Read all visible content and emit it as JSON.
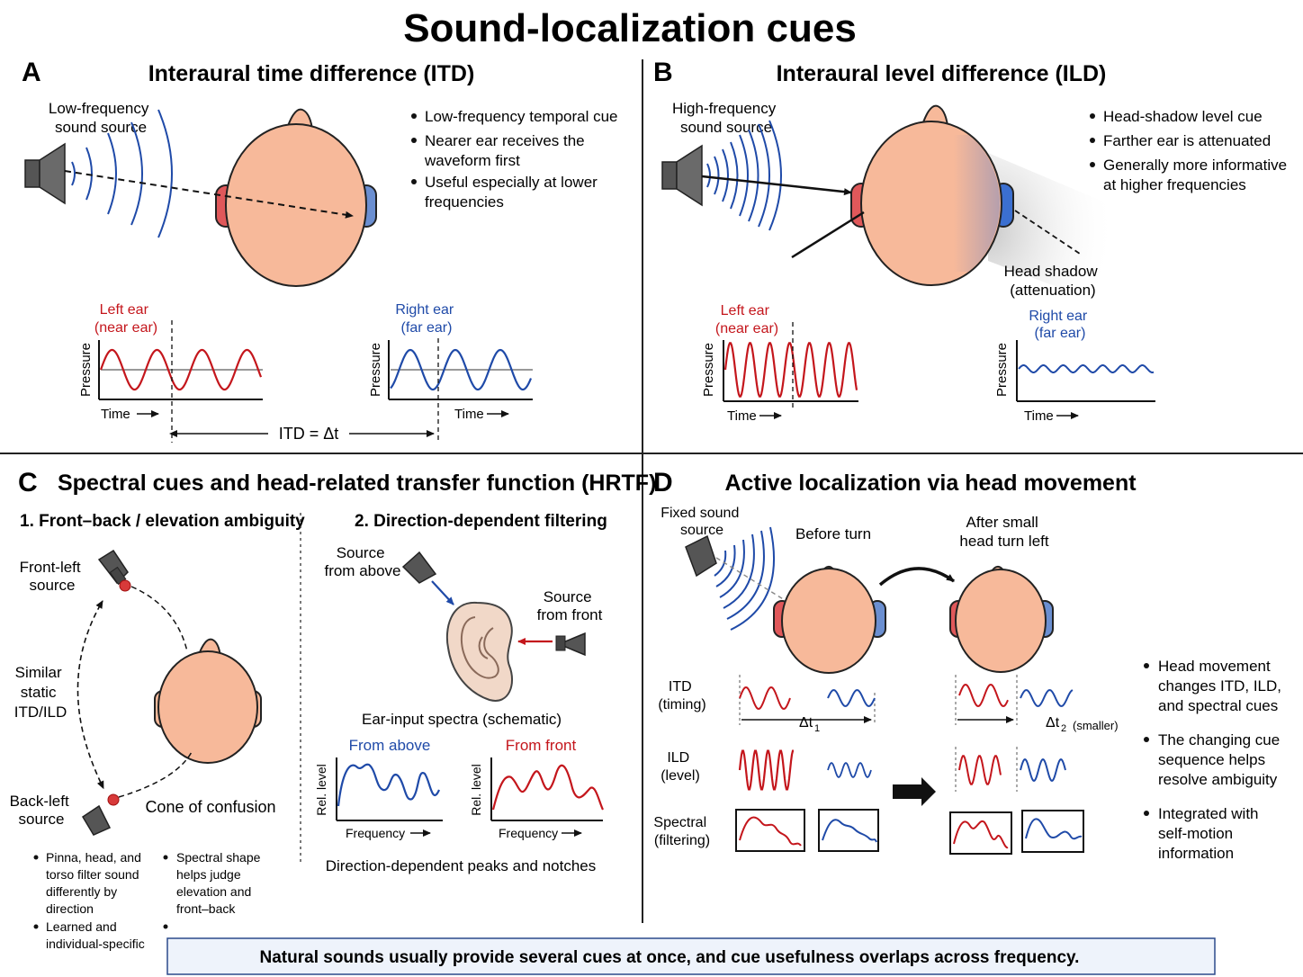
{
  "title": "Sound-localization cues",
  "colors": {
    "skin": "#f7b99a",
    "skin_stroke": "#222222",
    "near_ear": "#e0585a",
    "far_ear": "#6b8fd1",
    "red_wave": "#c4161c",
    "blue_wave": "#1f4aa8",
    "speaker": "#5a5a5a",
    "footer_bg": "#eef3fb",
    "footer_border": "#2b4a8b"
  },
  "panelA": {
    "letter": "A",
    "heading": "Interaural time difference (ITD)",
    "source_label": [
      "Low-frequency",
      "sound source"
    ],
    "bullets": [
      "Low-frequency temporal cue",
      "Nearer ear receives the",
      "waveform first",
      "Useful especially at lower",
      "frequencies"
    ],
    "left_plot_title": [
      "Left ear",
      "(near ear)"
    ],
    "right_plot_title": [
      "Right ear",
      "(far ear)"
    ],
    "pressure": "Pressure",
    "time": "Time",
    "itd_label": "ITD = Δt"
  },
  "panelB": {
    "letter": "B",
    "heading": "Interaural level difference (ILD)",
    "source_label": [
      "High-frequency",
      "sound source"
    ],
    "bullets": [
      "Head-shadow level cue",
      "Farther ear is attenuated",
      "Generally more informative",
      "at higher frequencies"
    ],
    "shadow_label": [
      "Head shadow",
      "(attenuation)"
    ],
    "left_plot_title": [
      "Left ear",
      "(near ear)"
    ],
    "right_plot_title": [
      "Right ear",
      "(far ear)"
    ],
    "pressure": "Pressure",
    "time": "Time"
  },
  "panelC": {
    "letter": "C",
    "heading": "Spectral cues and head-related transfer function (HRTF)",
    "sub1": "1. Front–back / elevation ambiguity",
    "sub2": "2. Direction-dependent filtering",
    "front_left": [
      "Front-left",
      "source"
    ],
    "back_left": [
      "Back-left",
      "source"
    ],
    "similar": [
      "Similar",
      "static",
      "ITD/ILD"
    ],
    "cone": "Cone of confusion",
    "src_above": [
      "Source",
      "from above"
    ],
    "src_front": [
      "Source",
      "from front"
    ],
    "spectra_title": "Ear-input spectra (schematic)",
    "from_above": "From above",
    "from_front": "From front",
    "rel_level": "Rel. level",
    "frequency": "Frequency",
    "peaks_caption": "Direction-dependent peaks and notches",
    "bullets_left": [
      "Pinna, head, and",
      "torso filter sound",
      "differently by",
      "direction",
      "Learned and",
      "individual-specific"
    ],
    "bullets_right": [
      "Spectral shape",
      "helps judge",
      "elevation and",
      "front–back"
    ]
  },
  "panelD": {
    "letter": "D",
    "heading": "Active localization via head movement",
    "fixed_source": [
      "Fixed sound",
      "source"
    ],
    "before": "Before turn",
    "after": [
      "After small",
      "head turn left"
    ],
    "itd": [
      "ITD",
      "(timing)"
    ],
    "ild": [
      "ILD",
      "(level)"
    ],
    "spectral": [
      "Spectral",
      "(filtering)"
    ],
    "dt1": "Δt",
    "dt1_sub": "1",
    "dt2": "Δt",
    "dt2_sub": "2",
    "smaller": "(smaller)",
    "bullets": [
      "Head movement",
      "changes ITD, ILD,",
      "and spectral cues",
      "The changing cue",
      "sequence helps",
      "resolve ambiguity",
      "Integrated with",
      "self-motion",
      "information"
    ]
  },
  "footer": "Natural sounds usually provide several cues at once, and cue usefulness overlaps across frequency."
}
